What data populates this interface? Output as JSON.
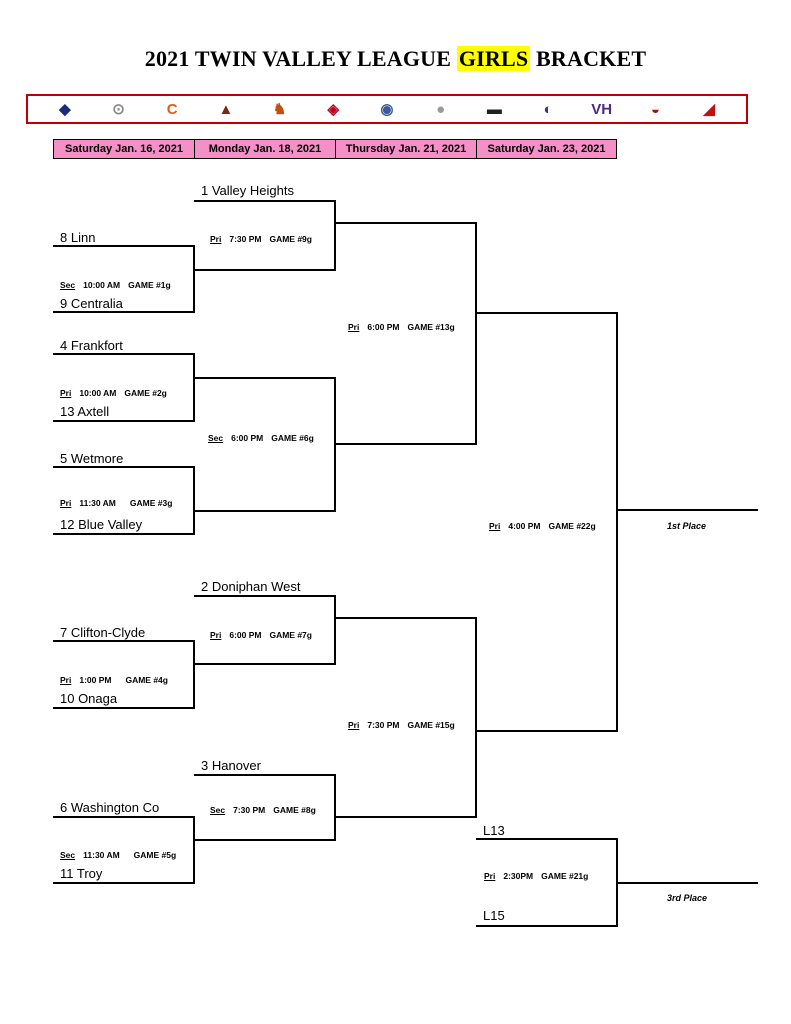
{
  "title": {
    "before": "2021 TWIN VALLEY LEAGUE ",
    "highlight": "GIRLS",
    "after": " BRACKET"
  },
  "logos": [
    {
      "icon": "eagle-logo-icon",
      "glyph": "◆",
      "color": "#1b2a7a"
    },
    {
      "icon": "ram-logo-icon",
      "glyph": "⊙",
      "color": "#8a8a8a"
    },
    {
      "icon": "c-logo-icon",
      "glyph": "C",
      "color": "#e06010"
    },
    {
      "icon": "bird-logo-icon",
      "glyph": "▲",
      "color": "#7a2a10"
    },
    {
      "icon": "horse-logo-icon",
      "glyph": "♞",
      "color": "#c05010"
    },
    {
      "icon": "falcon-logo-icon",
      "glyph": "◈",
      "color": "#c00020"
    },
    {
      "icon": "eagle-head-logo-icon",
      "glyph": "◉",
      "color": "#3a5a9a"
    },
    {
      "icon": "bulldog-logo-icon",
      "glyph": "●",
      "color": "#9a9a9a"
    },
    {
      "icon": "bison-logo-icon",
      "glyph": "▬",
      "color": "#202020"
    },
    {
      "icon": "spartan-logo-icon",
      "glyph": "◐",
      "color": "#2a3a9a"
    },
    {
      "icon": "vh-logo-icon",
      "glyph": "VH",
      "color": "#4a2a8a"
    },
    {
      "icon": "trojan-logo-icon",
      "glyph": "◒",
      "color": "#a01010"
    },
    {
      "icon": "cardinal-logo-icon",
      "glyph": "◢",
      "color": "#c01010"
    }
  ],
  "dates": [
    "Saturday Jan. 16, 2021",
    "Monday Jan. 18, 2021",
    "Thursday Jan. 21, 2021",
    "Saturday Jan. 23, 2021"
  ],
  "teams": {
    "valley_heights": "1  Valley Heights",
    "linn": "8  Linn",
    "centralia": "9  Centralia",
    "frankfort": "4  Frankfort",
    "axtell": "13  Axtell",
    "wetmore": "5  Wetmore",
    "blue_valley": "12  Blue Valley",
    "doniphan_west": "2  Doniphan West",
    "clifton_clyde": "7  Clifton-Clyde",
    "onaga": "10  Onaga",
    "hanover": "3  Hanover",
    "washington_co": "6  Washington Co",
    "troy": "11  Troy",
    "l13": "L13",
    "l15": "L15"
  },
  "games": {
    "g1": {
      "site": "Sec",
      "time": "10:00 AM",
      "label": "GAME #1g"
    },
    "g2": {
      "site": "Pri",
      "time": "10:00 AM",
      "label": "GAME #2g"
    },
    "g3": {
      "site": "Pri",
      "time": "11:30 AM",
      "label": "GAME #3g"
    },
    "g4": {
      "site": "Pri",
      "time": "1:00 PM",
      "label": "GAME #4g"
    },
    "g5": {
      "site": "Sec",
      "time": "11:30 AM",
      "label": "GAME #5g"
    },
    "g6": {
      "site": "Sec",
      "time": "6:00 PM",
      "label": "GAME #6g"
    },
    "g7": {
      "site": "Pri",
      "time": "6:00 PM",
      "label": "GAME #7g"
    },
    "g8": {
      "site": "Sec",
      "time": "7:30 PM",
      "label": "GAME #8g"
    },
    "g9": {
      "site": "Pri",
      "time": "7:30 PM",
      "label": "GAME #9g"
    },
    "g13": {
      "site": "Pri",
      "time": "6:00 PM",
      "label": "GAME #13g"
    },
    "g15": {
      "site": "Pri",
      "time": "7:30 PM",
      "label": "GAME #15g"
    },
    "g21": {
      "site": "Pri",
      "time": "2:30PM",
      "label": "GAME #21g"
    },
    "g22": {
      "site": "Pri",
      "time": "4:00 PM",
      "label": "GAME #22g"
    }
  },
  "places": {
    "first": "1st  Place",
    "third": "3rd Place"
  },
  "colors": {
    "date_header": "#f48fc8",
    "logo_border": "#c00000",
    "highlight": "#ffff00"
  }
}
